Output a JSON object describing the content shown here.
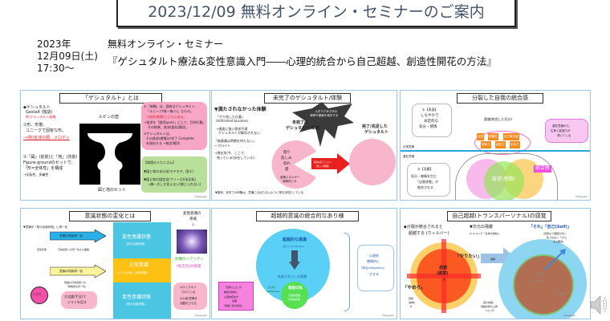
{
  "header": {
    "title": "2023/12/09 無料オンライン・セミナーのご案内"
  },
  "event": {
    "year": "2023年",
    "date": "12月09日(土)",
    "time": "17:30～",
    "type": "無料オンライン・セミナー",
    "name": "『ゲシュタルト療法&変性意識入門――心理的統合から自己超越、創造性開花の方法』"
  },
  "slides": [
    {
      "title": "「ゲシュタルト」とは",
      "left": [
        "◆ゲシュタルト",
        "Gestalt (独語)",
        "例:ゲシュタルト崩壊",
        "①形、形態、",
        "ユニークで固有な形。",
        "→(例)友達の顔、メロディ",
        "②「図」(前景)と「地」(背景)",
        "Figure-groundのセットで、",
        "「形=全体性」を構成",
        "→反転性、多義性"
      ],
      "center_label": "ルビンの壺",
      "center_caption": "図と地のセット",
      "pink_box": [
        "①「体験」は、固有なゲシュタルト、",
        "「ユニーク(唯一無二)」なもの。",
        "→欲求(感情)とともにある。",
        "→欲求を「図(figure)」にして、目的行動。",
        "その結果、欲求(図)は解消。",
        "②ゲシュタルトは、",
        "その欲求(感情)の完了 Complete",
        "を指向する →統合/解消"
      ],
      "green_box": [
        "【病理のメカニズム】",
        "▼図と地の未分化(モヤモヤ、固々)",
        "▼図と地の固定化(フリーズ)(非反転)",
        "→善一方しか見えない(感じられない)"
      ],
      "copyright": "©Ikegoshi"
    },
    {
      "title": "未完了のゲシュタルト/体験",
      "left": [
        "▼満たされなかった体験",
        "「やり残した仕事」",
        "Unfinished business",
        "→過度に強い欲求不満",
        "ゲシュタルトが解消されない",
        "「無意識は時間を持たない」",
        "―フロイト",
        "→現在形(今、ここで、",
        "残っている(存在している)"
      ],
      "burst": [
        "人生でさまざまな",
        "障害や葛藤を発生する"
      ],
      "incomplete_label": [
        "未完了の",
        "ゲシュタルト/体験"
      ],
      "complete_label": [
        "完了/充足した",
        "ゲシュタルト"
      ],
      "emotions": [
        "怒り",
        "悲しみ",
        "恐れ",
        "愛"
      ],
      "energy": [
        "感情エネルギー",
        "時間的に今"
      ],
      "arrow": [
        "解決(完了したい",
        "激しい衝動)"
      ],
      "footer": "▼普段、未完了の体験は、意識にのぼらないように抑圧(抑圧)している"
    },
    {
      "title": "分裂した自我の統合感",
      "surface_bubble": [
        "①【表面】",
        "しなやかで",
        "肯定的な",
        "気分・感情"
      ],
      "deep_bubble": [
        "②【深層】",
        "気分・感情を生む",
        "「自我状態」が",
        "統合される"
      ],
      "top_label": "意識(統合した気分)",
      "chips": [
        "自信",
        "積極性",
        "自己肯定感",
        "想像力",
        "創造力",
        "生命力"
      ],
      "daily_label": "日常意識",
      "latent_label": "潜在意識",
      "pink_note": [
        "潜在意識から、",
        "生命と創造力が",
        "湧いてくる"
      ],
      "center_label": "欲求(感情)",
      "integration_label": "統合感",
      "copyright": "©Ikegoshi"
    },
    {
      "title": "意識状態の変化とは",
      "top_note": "▼意識が「別の自我状態」に同一化",
      "arrow1": "意識の同調/同一化",
      "arrow_note": [
        "変性状態",
        "日常自我への同一化から離脱"
      ],
      "arrow2": "意識の同調/同一化",
      "arrow2_note": [
        "意識の日常自我への",
        "「排他的な同一化」"
      ],
      "tsumami": "ツマミ",
      "method_bubble": [
        "方法論(手法)で",
        "ツマミを回す"
      ],
      "band_top": [
        "変性意識状態",
        "(別の自我状態)"
      ],
      "band_mid": [
        "日常意識",
        "(いつもの私・自我状態)"
      ],
      "band_bottom": [
        "変性意識状態",
        "(別の自我状態)"
      ],
      "right_label": [
        "変性意識の",
        "帯域",
        "↓"
      ],
      "reality": [
        "別種のリアリティ",
        "(別次元)の感覚"
      ],
      "pink_note": [
        "①ロックオン",
        "されている",
        "②心身/意識を",
        "流動化させる"
      ],
      "copyright": "©Ikegoshi"
    },
    {
      "title": "超越的意識の統合的なあり様",
      "big_circle": [
        "超越的な意識",
        "(見ている witness)"
      ],
      "expanded": "拡張されている意識",
      "awareness": [
        "気づき",
        "awareness"
      ],
      "small_circle": [
        "普段の私",
        "日常的意識",
        "日常的自我"
      ],
      "pink_note": [
        "「自我/エゴ」の",
        "解放/流動化、",
        "心理的統合が",
        "必要",
        "「仮面と影の統合」"
      ],
      "right_box": [
        "心理的",
        "感情的に",
        "「統合integration」",
        "させる"
      ],
      "copyright": "©Ikegoshi"
    },
    {
      "title": "自己超越(トランスパーソナル)の感覚",
      "left_head": [
        "◆分裂が統合されると",
        "超越する (ウィルバー)"
      ],
      "mid_head": [
        "▼次元の飛躍",
        "(C.G.ユング「主体の移動」)"
      ],
      "right_head": "「それ」「自己(Self)」",
      "right_sub": [
        "(自我より価値の高い、",
        "私ではない「それ」",
        "中心要素)"
      ],
      "jump": "飛躍",
      "ego": [
        "自我",
        "(欲求)",
        "A"
      ],
      "want": "「やりたい」",
      "stop": "「やめろ」",
      "ego_b": [
        "自我",
        "(欲求)",
        "B"
      ],
      "growth": [
        "過大成長/",
        "意識水準の上昇",
        "(ユング)"
      ],
      "watashi": [
        "「私」",
        "自我(欲求)",
        "A"
      ],
      "watashi_b": [
        "私",
        "自我(欲求)",
        "B"
      ],
      "copyright": "©Ikegoshi"
    }
  ],
  "controls": {
    "speaker_icon": "speaker-icon"
  }
}
